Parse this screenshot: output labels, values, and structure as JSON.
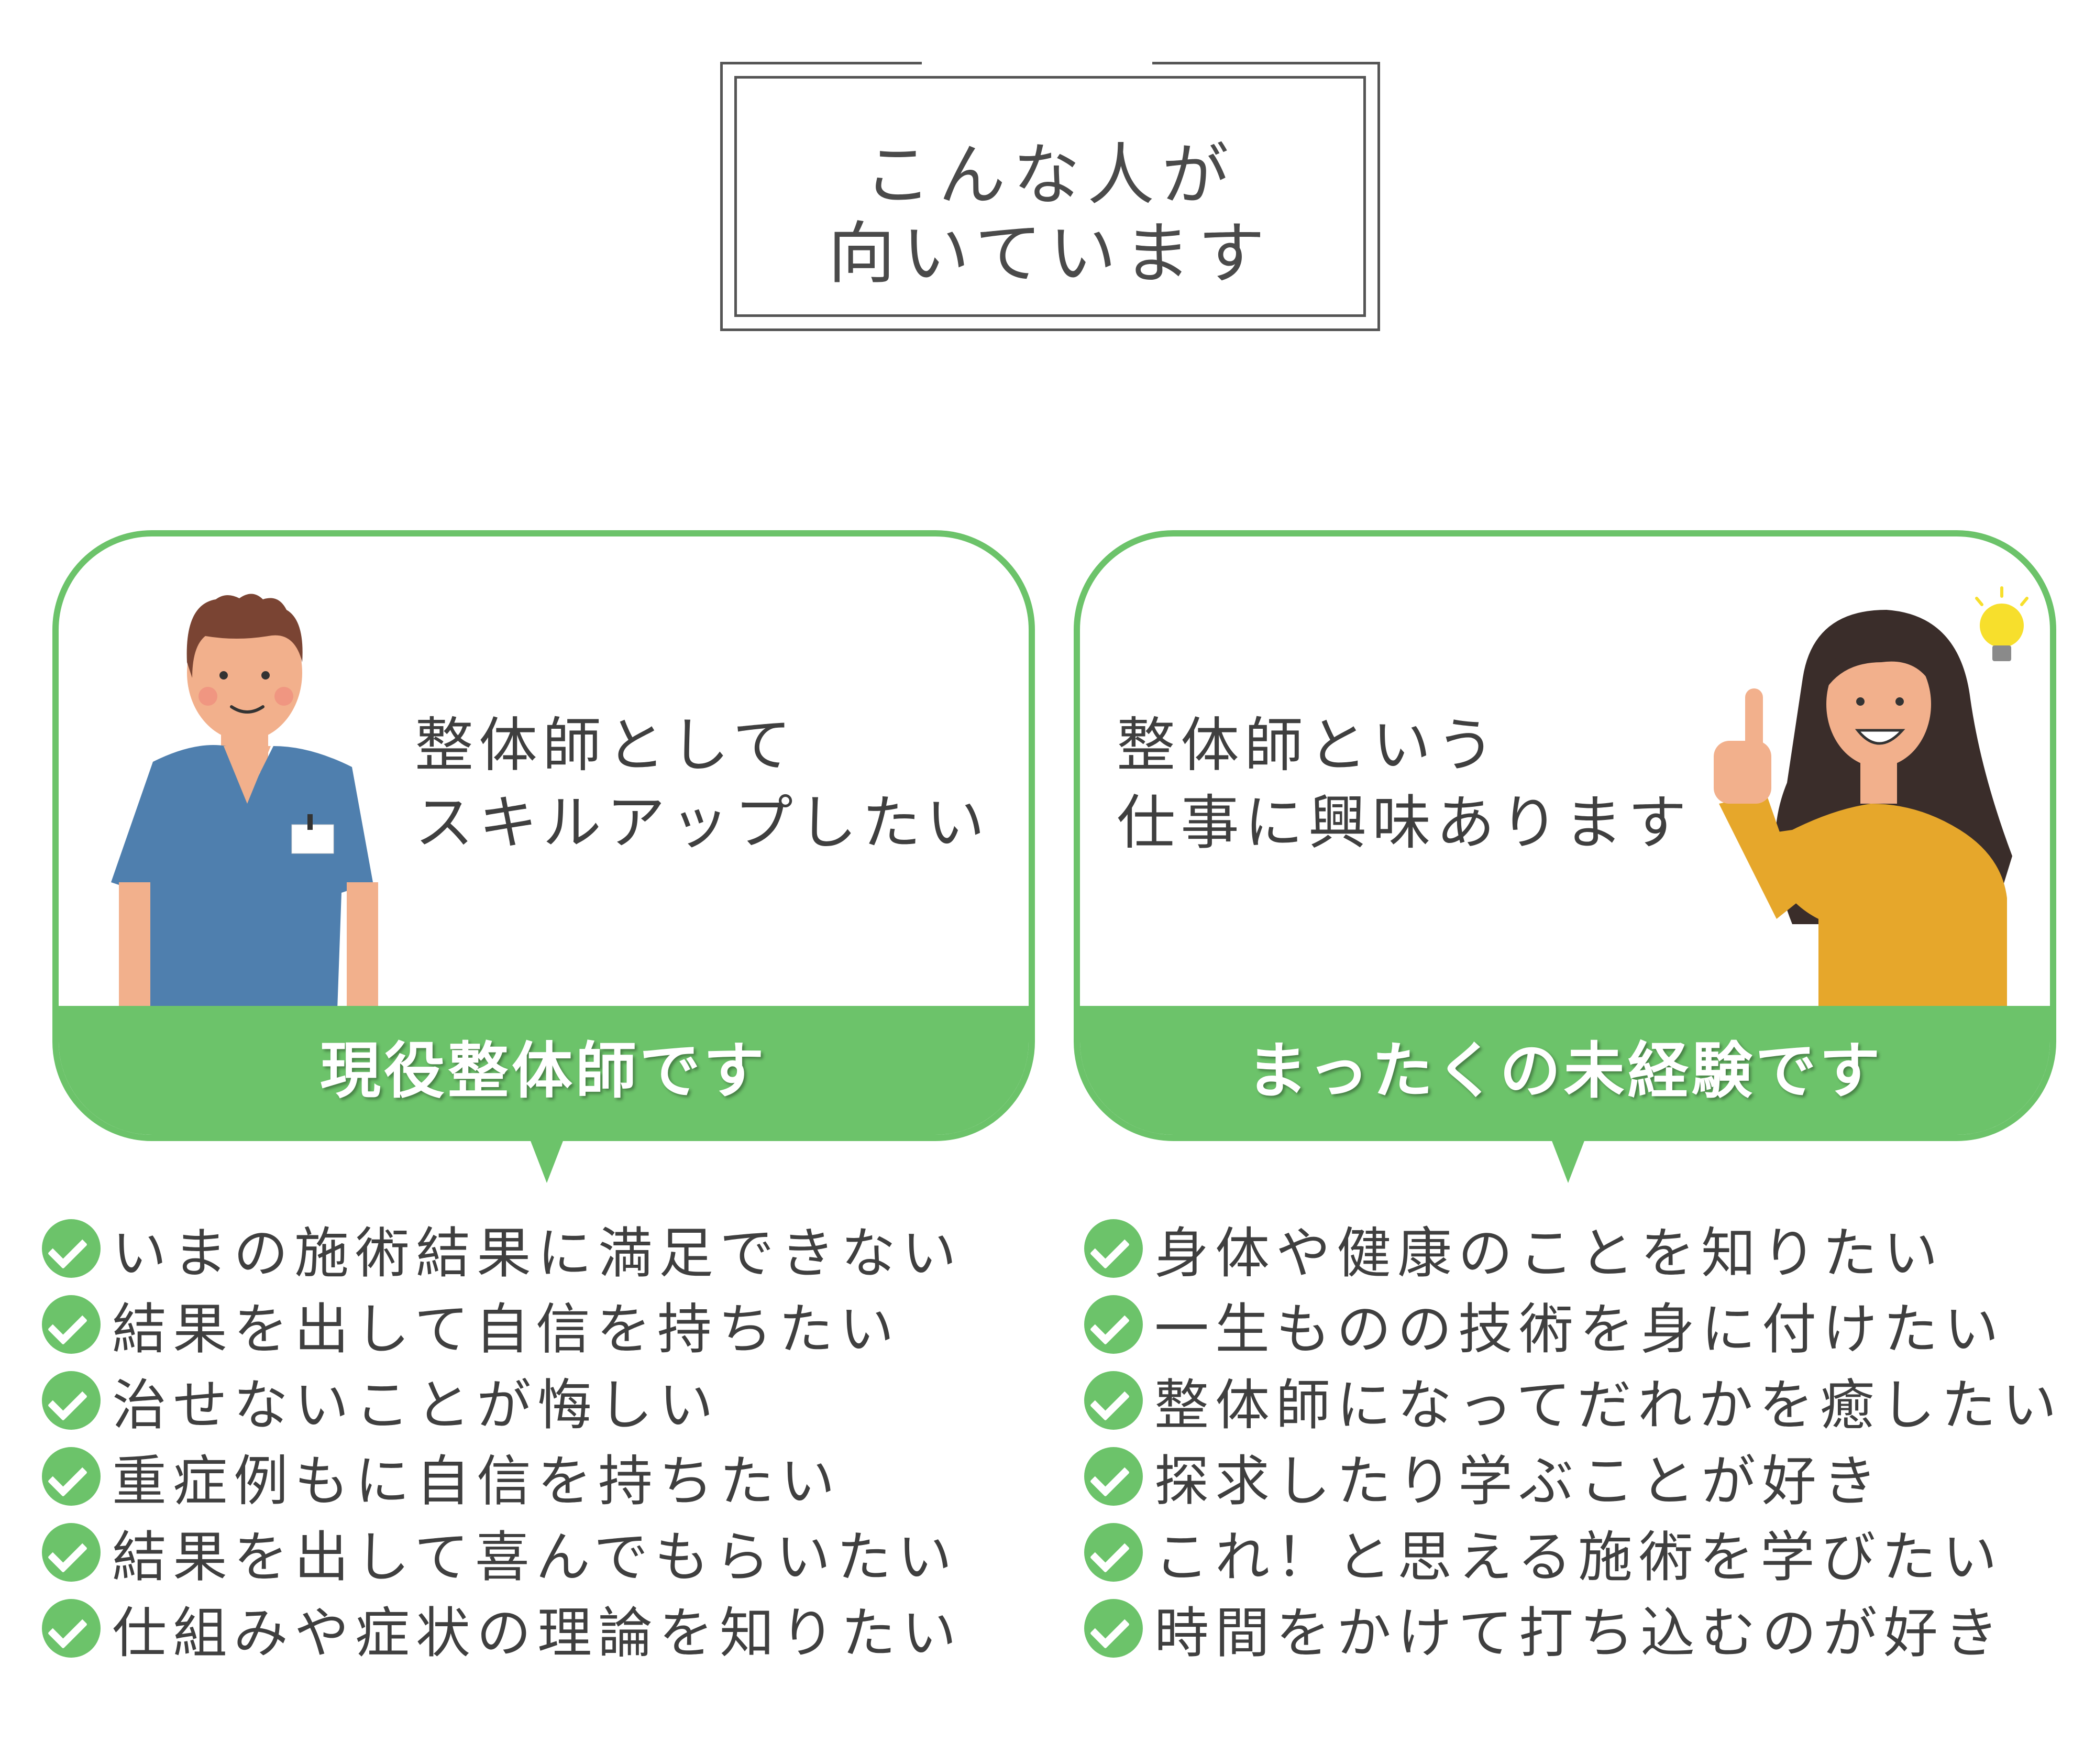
{
  "title": {
    "line1": "こんな人が",
    "line2": "向いています"
  },
  "left_card": {
    "text_line1": "整体師として",
    "text_line2": "スキルアップしたい",
    "band_label": "現役整体師です",
    "items": [
      "いまの施術結果に満足できない",
      "結果を出して自信を持ちたい",
      "治せないことが悔しい",
      "重症例もに自信を持ちたい",
      "結果を出して喜んでもらいたい",
      "仕組みや症状の理論を知りたい"
    ]
  },
  "right_card": {
    "text_line1": "整体師という",
    "text_line2": "仕事に興味あります",
    "band_label": "まったくの未経験です",
    "items": [
      "身体や健康のことを知りたい",
      "一生ものの技術を身に付けたい",
      "整体師になってだれかを癒したい",
      "探求したり学ぶことが好き",
      "これ！と思える施術を学びたい",
      "時間をかけて打ち込むのが好き"
    ]
  },
  "colors": {
    "accent": "#6cc36a",
    "text": "#3f3f3f",
    "frame": "#555555"
  },
  "icons": [
    "check-icon",
    "male-practitioner-illustration",
    "female-thumbs-up-illustration",
    "lightbulb-icon"
  ]
}
